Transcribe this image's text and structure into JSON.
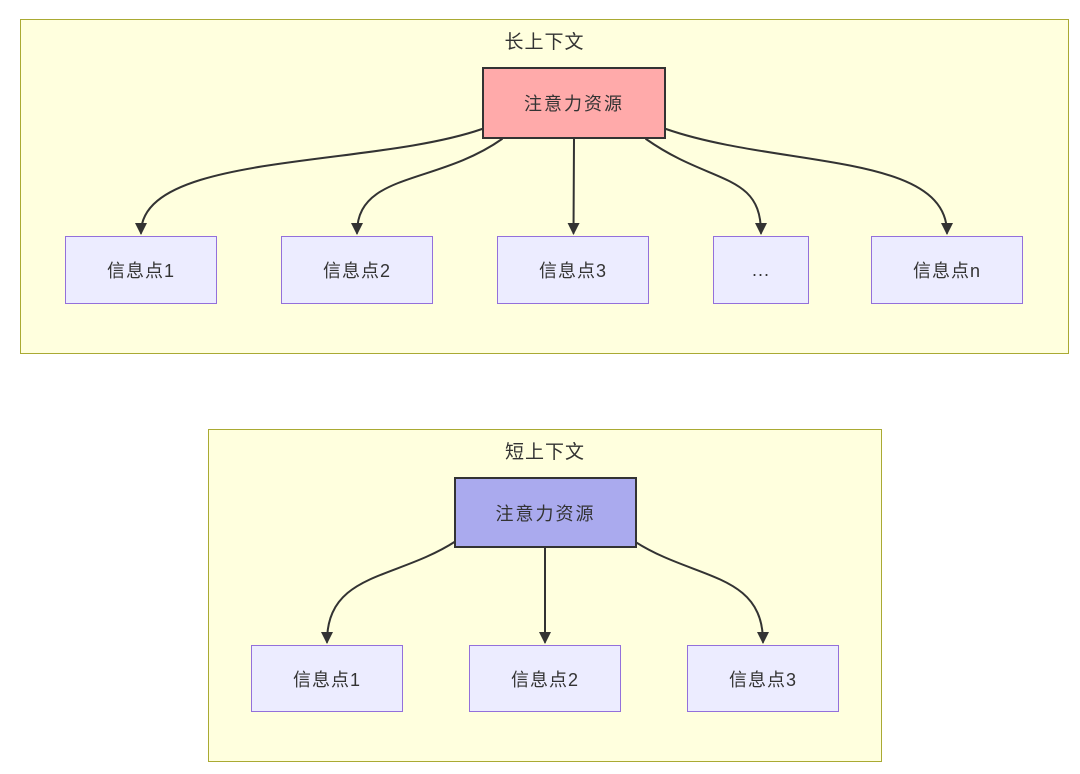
{
  "diagram": {
    "type": "flowchart",
    "colors": {
      "canvas_bg": "#ffffff",
      "group_fill": "#ffffde",
      "group_border": "#aaaa33",
      "long_hub_fill": "#ffaaaa",
      "short_hub_fill": "#aaaaee",
      "info_node_fill": "#ececff",
      "info_node_border": "#9370db",
      "hub_border": "#333333",
      "edge_color": "#333333",
      "text_color": "#333333"
    },
    "sections": [
      {
        "title": "长上下文",
        "hub": {
          "label": "注意力资源"
        },
        "nodes": [
          {
            "label": "信息点1"
          },
          {
            "label": "信息点2"
          },
          {
            "label": "信息点3"
          },
          {
            "label": "..."
          },
          {
            "label": "信息点n"
          }
        ]
      },
      {
        "title": "短上下文",
        "hub": {
          "label": "注意力资源"
        },
        "nodes": [
          {
            "label": "信息点1"
          },
          {
            "label": "信息点2"
          },
          {
            "label": "信息点3"
          }
        ]
      }
    ]
  }
}
